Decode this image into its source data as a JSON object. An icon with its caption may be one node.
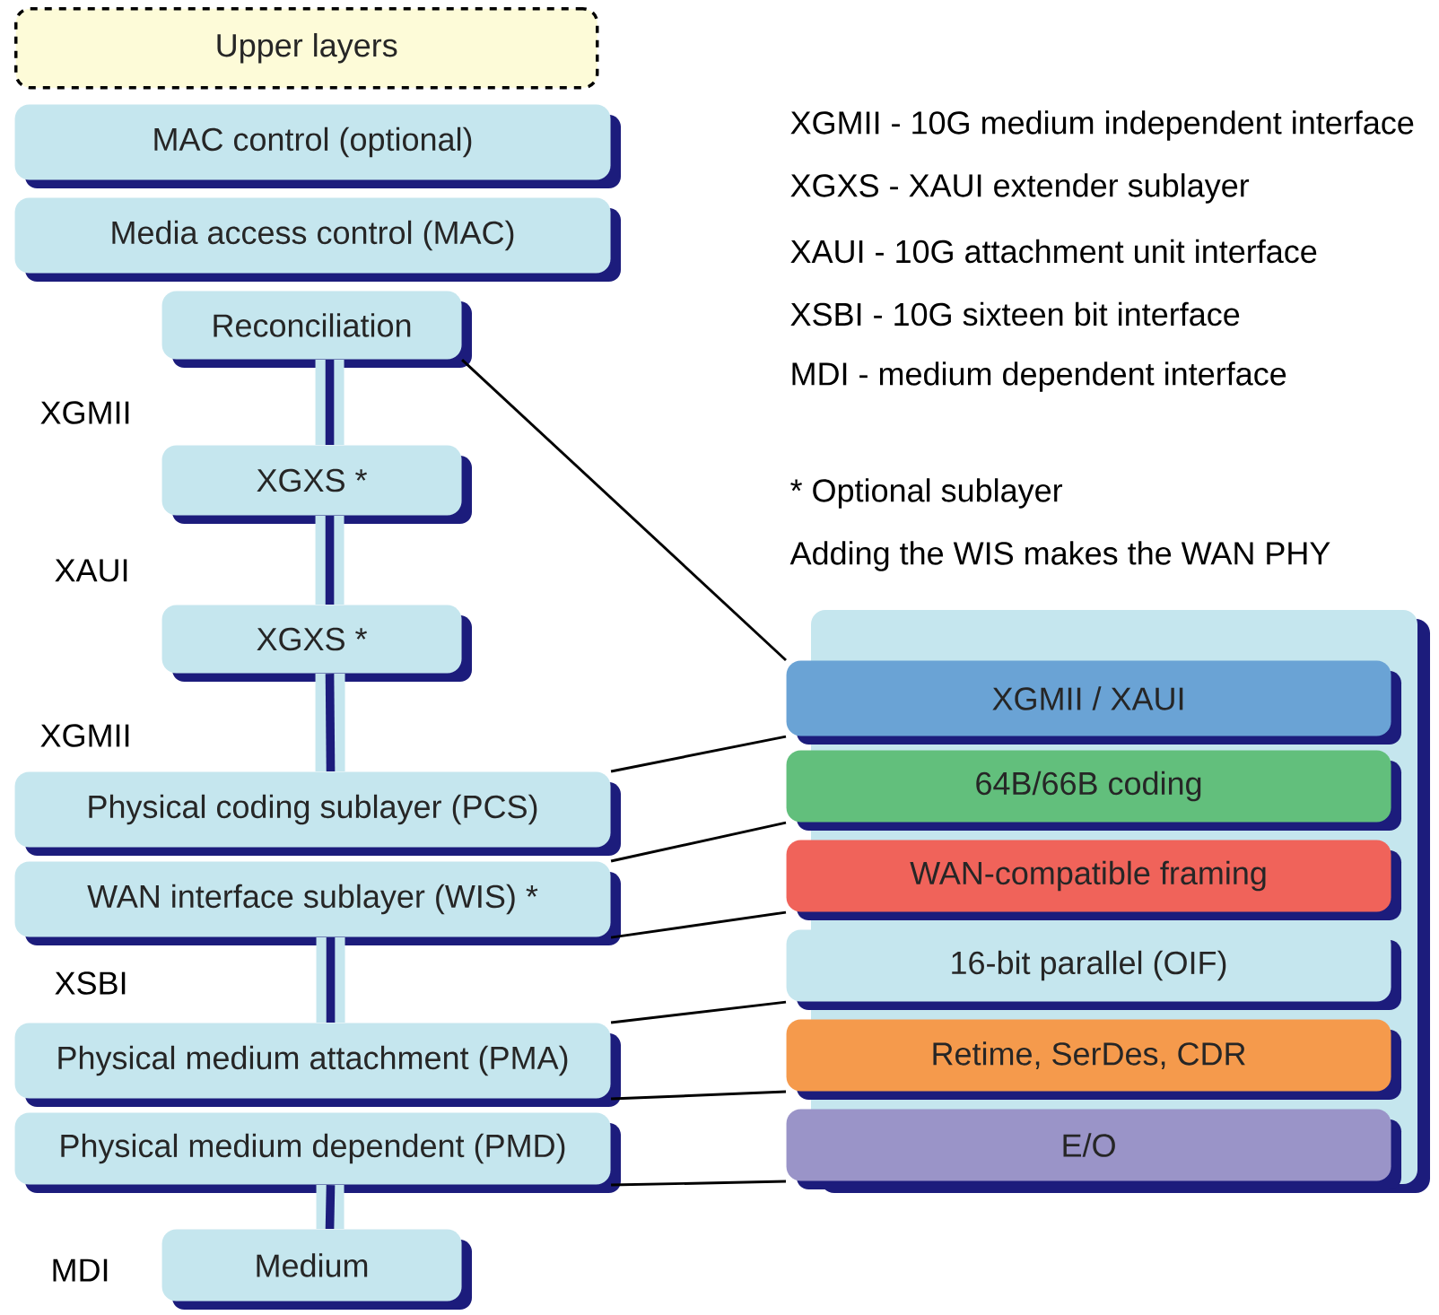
{
  "diagram": {
    "nodes": [
      {
        "text": [
          "Upper layers"
        ]
      },
      {
        "text": [
          "MAC control (optional)"
        ]
      },
      {
        "text": [
          "Media access control (MAC)"
        ]
      },
      {
        "text": [
          "Reconciliation"
        ]
      },
      {
        "text": [
          "XGXS *"
        ]
      },
      {
        "text": [
          "XGXS *"
        ]
      },
      {
        "text": [
          "Physical coding sublayer (PCS)"
        ]
      },
      {
        "text": [
          "WAN interface sublayer (WIS) *"
        ]
      },
      {
        "text": [
          "Physical medium attachment (PMA)"
        ]
      },
      {
        "text": [
          "Physical medium dependent (PMD)"
        ]
      },
      {
        "text": [
          "Medium"
        ]
      },
      {
        "text": [
          "XGMII / XAUI"
        ]
      },
      {
        "text": [
          "64B/66B coding"
        ]
      },
      {
        "text": [
          "WAN-compatible framing"
        ]
      },
      {
        "text": [
          "16-bit parallel (OIF)"
        ]
      },
      {
        "text": [
          "Retime, SerDes, CDR"
        ]
      },
      {
        "text": [
          "E/O"
        ]
      }
    ],
    "edges": [
      {
        "from": 3,
        "to": 4,
        "arrow": "none",
        "style": "thick",
        "color": "#1c1c7c"
      },
      {
        "from": 4,
        "to": 5,
        "arrow": "none",
        "style": "thick",
        "color": "#1c1c7c"
      },
      {
        "from": 5,
        "to": 6,
        "arrow": "none",
        "style": "thick",
        "color": "#1c1c7c"
      },
      {
        "from": 7,
        "to": 8,
        "arrow": "none",
        "style": "thick",
        "color": "#1c1c7c"
      },
      {
        "from": 9,
        "to": 10,
        "arrow": "none",
        "style": "thick",
        "color": "#1c1c7c"
      },
      {
        "from": 3,
        "to": 11,
        "arrow": "none"
      },
      {
        "from": 6,
        "to": 11,
        "arrow": "none"
      },
      {
        "from": 7,
        "to": 12,
        "arrow": "none"
      },
      {
        "from": 7,
        "to": 13,
        "arrow": "none"
      },
      {
        "from": 8,
        "to": 14,
        "arrow": "none"
      },
      {
        "from": 8,
        "to": 15,
        "arrow": "none"
      },
      {
        "from": 9,
        "to": 16,
        "arrow": "none"
      }
    ],
    "labels": [
      "XGMII - 10G medium independent interface",
      "XGXS - XAUI extender sublayer",
      "XAUI - 10G attachment unit interface",
      "XSBI - 10G sixteen bit interface",
      "MDI - medium dependent interface",
      "XGMII",
      "* Optional sublayer",
      "Adding the WIS makes the WAN PHY",
      "XAUI",
      "XGMII",
      "XSBI",
      "MDI"
    ]
  }
}
